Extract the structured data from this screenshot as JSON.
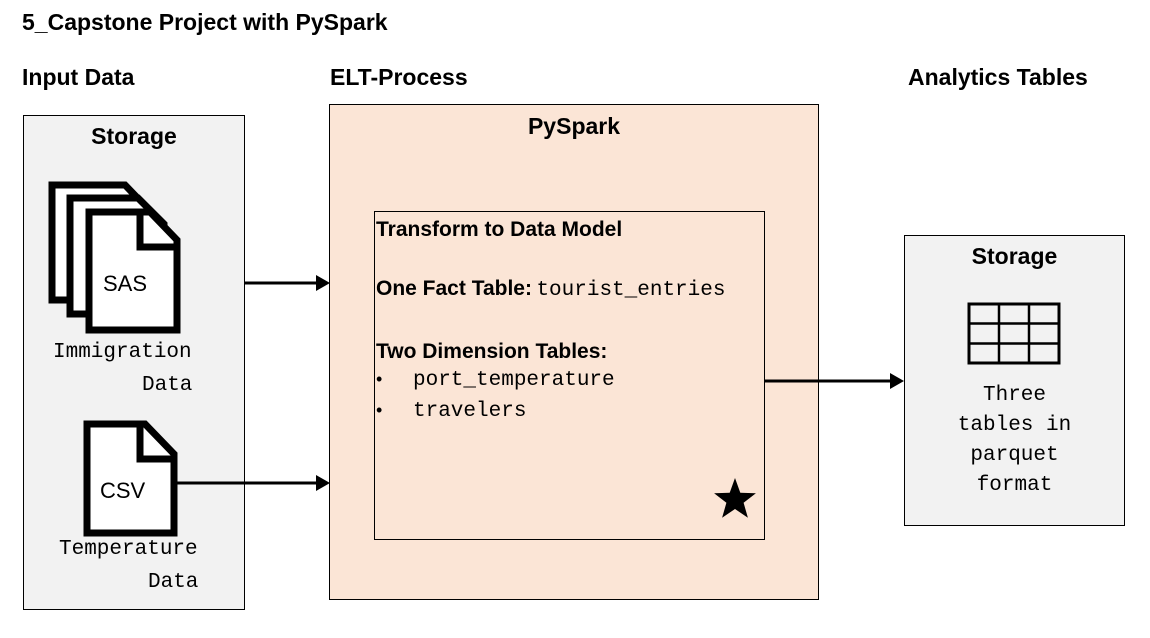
{
  "title": "5_Capstone Project with PySpark",
  "sections": {
    "input": "Input Data",
    "process": "ELT-Process",
    "output": "Analytics Tables"
  },
  "input_box": {
    "label": "Storage",
    "sas": {
      "doc_label": "SAS",
      "caption_line1": "Immigration",
      "caption_line2": "Data",
      "icon": "stacked-documents-icon"
    },
    "csv": {
      "doc_label": "CSV",
      "caption_line1": "Temperature",
      "caption_line2": "Data",
      "icon": "document-icon"
    }
  },
  "process_box": {
    "label": "PySpark",
    "transform": {
      "heading": "Transform to Data Model",
      "fact_label": "One Fact Table:",
      "fact_value": "tourist_entries",
      "dim_heading": "Two Dimension Tables:",
      "dims": [
        "port_temperature",
        "travelers"
      ],
      "bullet": "•",
      "marker_icon": "star-icon"
    }
  },
  "output_box": {
    "label": "Storage",
    "icon": "table-grid-icon",
    "caption_lines": [
      "Three",
      "tables in",
      "parquet",
      "format"
    ]
  },
  "colors": {
    "gray_fill": "#f2f2f2",
    "peach_fill": "#fbe5d6",
    "stroke": "#000000"
  }
}
